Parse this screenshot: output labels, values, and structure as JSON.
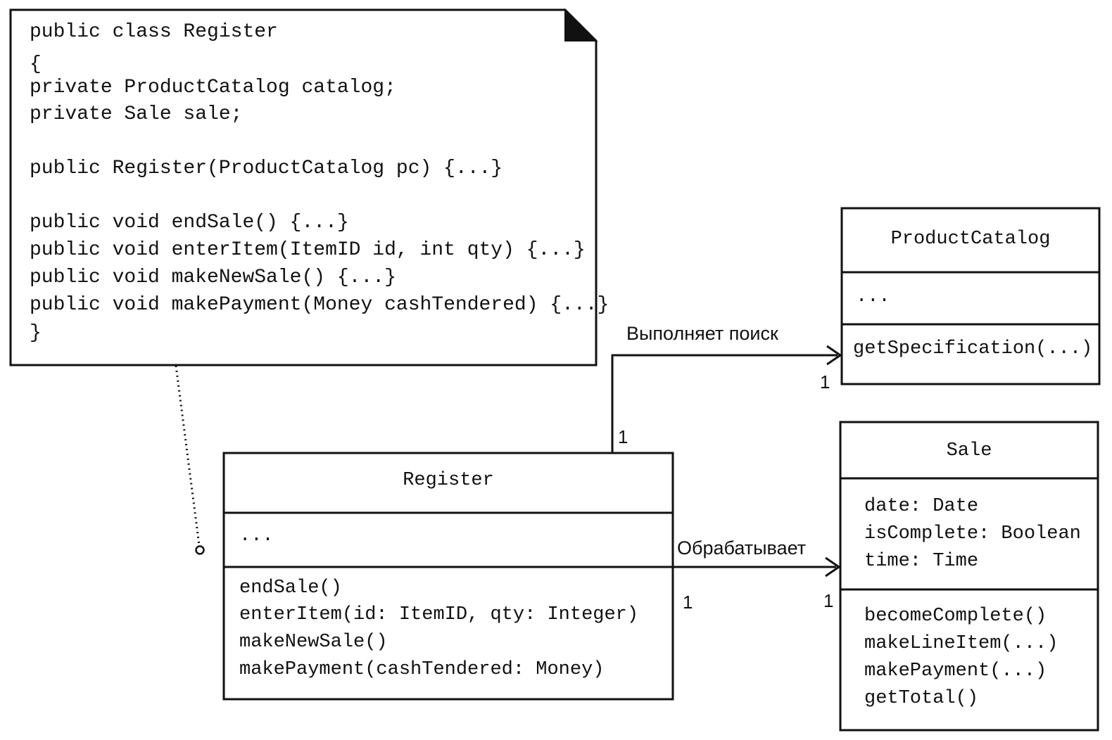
{
  "note": {
    "lines": [
      "public class Register",
      "{",
      "private ProductCatalog catalog;",
      "private Sale sale;",
      "",
      "public Register(ProductCatalog pc) {...}",
      "",
      "public void endSale() {...}",
      "public void enterItem(ItemID id, int qty) {...}",
      "public void makeNewSale() {...}",
      "public void makePayment(Money cashTendered) {...}",
      "}"
    ]
  },
  "register": {
    "name": "Register",
    "attributes": "...",
    "operations": [
      "endSale()",
      "enterItem(id: ItemID, qty: Integer)",
      "makeNewSale()",
      "makePayment(cashTendered: Money)"
    ]
  },
  "product_catalog": {
    "name": "ProductCatalog",
    "attributes": "...",
    "operations": [
      "getSpecification(...)"
    ]
  },
  "sale": {
    "name": "Sale",
    "attributes": [
      "date: Date",
      "isComplete: Boolean",
      "time: Time"
    ],
    "operations": [
      "becomeComplete()",
      "makeLineItem(...)",
      "makePayment(...)",
      "getTotal()"
    ]
  },
  "associations": {
    "lookup_label": "Выполняет поиск",
    "lookup_mult_source": "1",
    "lookup_mult_target": "1",
    "handles_label": "Обрабатывает",
    "handles_mult_source": "1",
    "handles_mult_target": "1"
  }
}
